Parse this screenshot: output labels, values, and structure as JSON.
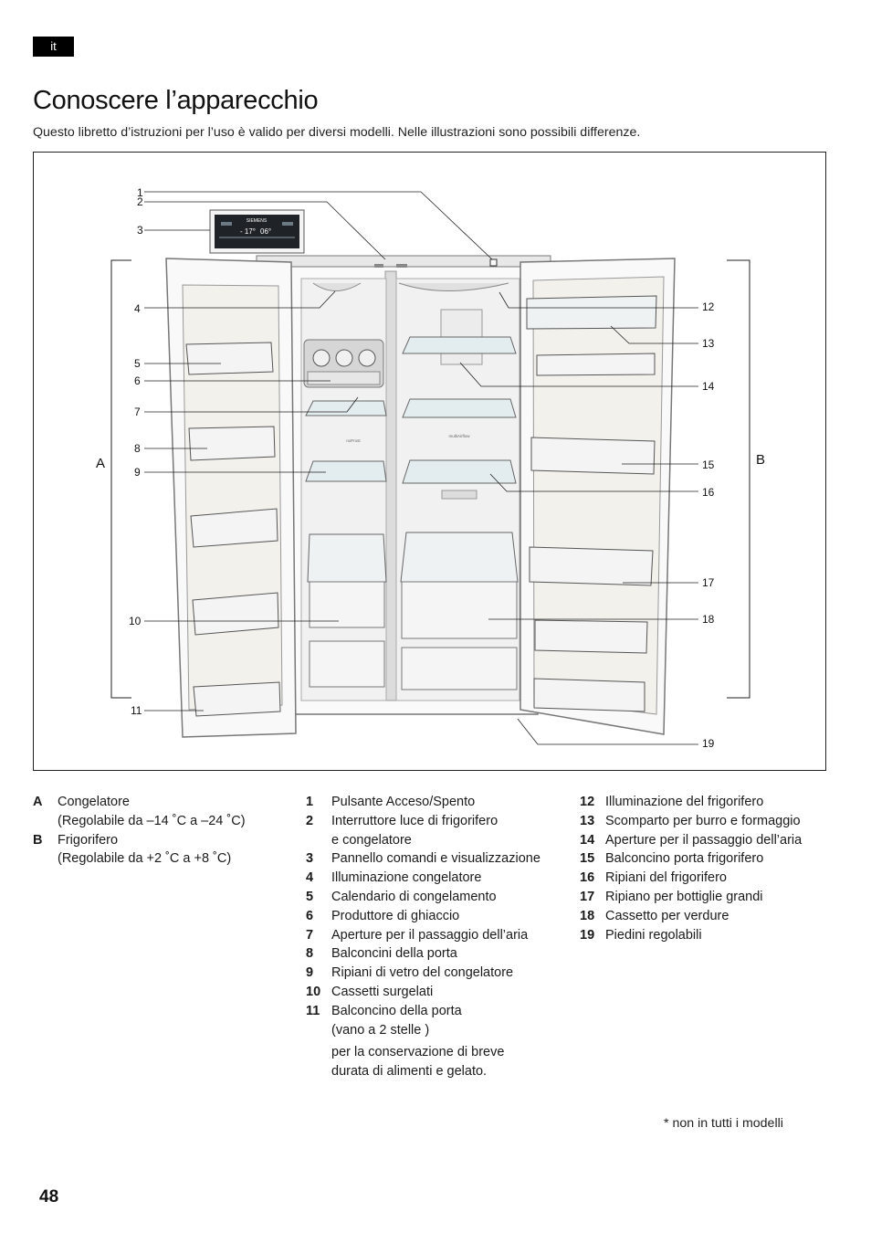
{
  "lang_tab": "it",
  "title": "Conoscere l’apparecchio",
  "intro": "Questo libretto d’istruzioni per l’uso è valido per diversi modelli. Nelle illustrazioni sono possibili differenze.",
  "figure": {
    "section_labels": [
      "A",
      "B"
    ],
    "callouts": [
      "1",
      "2",
      "3",
      "4",
      "5",
      "6",
      "7",
      "8",
      "9",
      "10",
      "11",
      "12",
      "13",
      "14",
      "15",
      "16",
      "17",
      "18",
      "19"
    ],
    "display_brand": "SIEMENS",
    "display_temp_left": "- 17°",
    "display_temp_right": "06°",
    "freezer_label": "noFrost",
    "fridge_label": "multiAirflow"
  },
  "sections": [
    {
      "letter": "A",
      "name": "Congelatore",
      "range": "(Regolabile da –14 ˚C a –24 ˚C)"
    },
    {
      "letter": "B",
      "name": "Frigorifero",
      "range": "(Regolabile da +2 ˚C a +8 ˚C)"
    }
  ],
  "legend_col1": [
    {
      "n": "1",
      "text": "Pulsante Acceso/Spento"
    },
    {
      "n": "2",
      "text": "Interruttore luce di frigorifero",
      "text2": "e congelatore"
    },
    {
      "n": "3",
      "text": "Pannello comandi e visualizzazione"
    },
    {
      "n": "4",
      "text": "Illuminazione congelatore"
    },
    {
      "n": "5",
      "text": "Calendario di congelamento"
    },
    {
      "n": "6",
      "text": "Produttore di ghiaccio"
    },
    {
      "n": "7",
      "text": "Aperture per il passaggio dell’aria"
    },
    {
      "n": "8",
      "text": "Balconcini della porta"
    },
    {
      "n": "9",
      "text": "Ripiani di vetro del congelatore"
    },
    {
      "n": "10",
      "text": "Cassetti surgelati"
    },
    {
      "n": "11",
      "text": "Balconcino della porta",
      "text2": "(vano a 2 stelle )",
      "text3": "per la conservazione di breve",
      "text4": "durata di alimenti e gelato."
    }
  ],
  "legend_col2": [
    {
      "n": "12",
      "text": "Illuminazione del frigorifero"
    },
    {
      "n": "13",
      "text": "Scomparto per burro e formaggio"
    },
    {
      "n": "14",
      "text": "Aperture per il passaggio dell’aria"
    },
    {
      "n": "15",
      "text": "Balconcino porta frigorifero"
    },
    {
      "n": "16",
      "text": "Ripiani del frigorifero"
    },
    {
      "n": "17",
      "text": "Ripiano per bottiglie grandi"
    },
    {
      "n": "18",
      "text": "Cassetto per verdure"
    },
    {
      "n": "19",
      "text": "Piedini regolabili"
    }
  ],
  "footnote": "* non in tutti i modelli",
  "page_number": "48"
}
